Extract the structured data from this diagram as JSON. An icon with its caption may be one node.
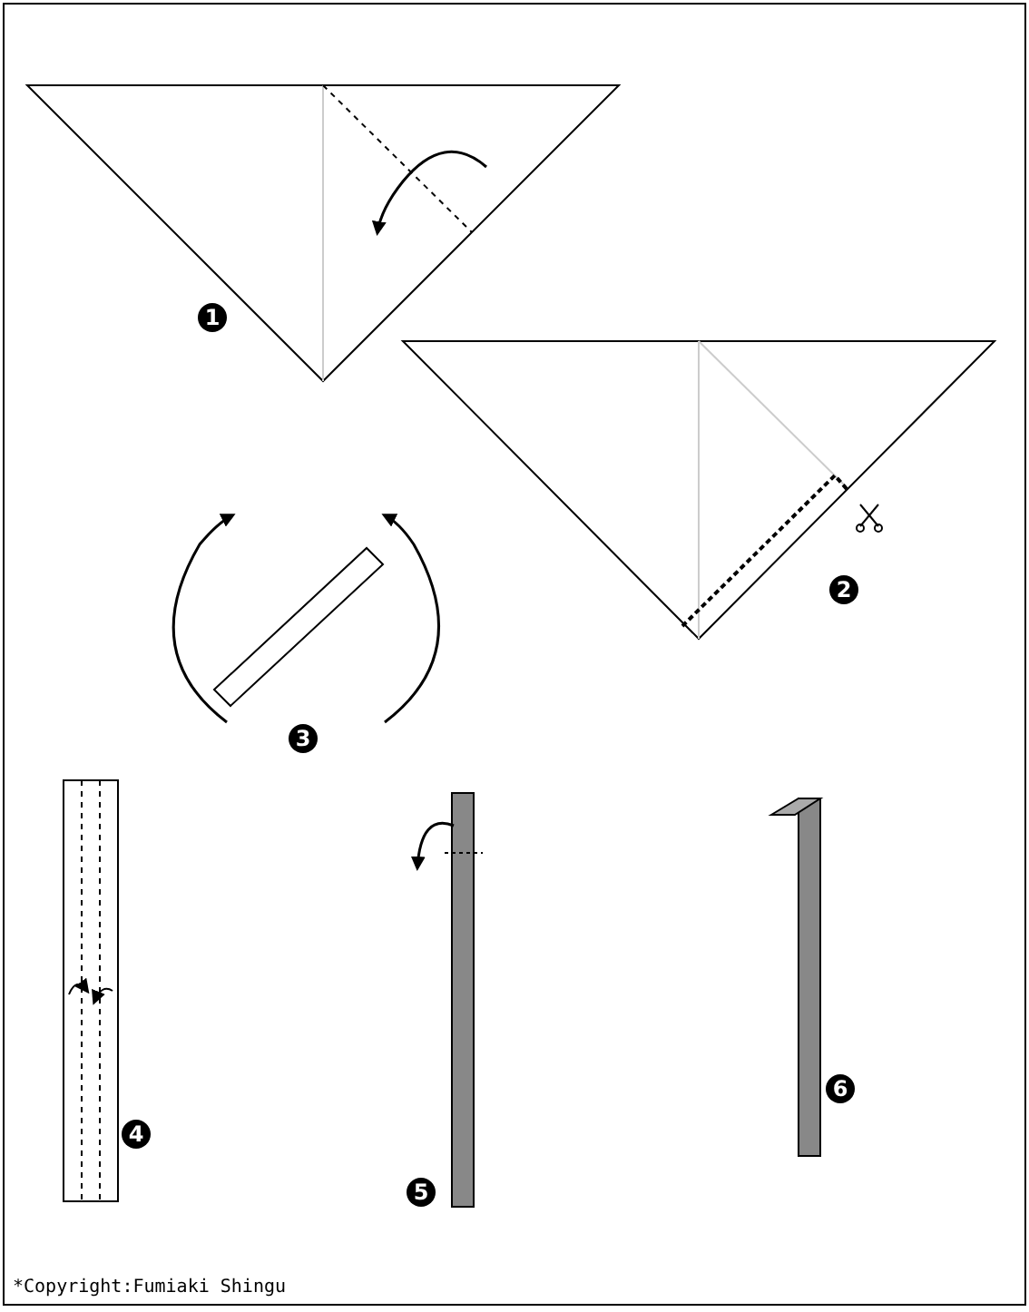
{
  "diagram": {
    "labels": [
      "1",
      "2",
      "3",
      "4",
      "5",
      "6",
      "*Copyright:Fumiaki Shingu"
    ]
  }
}
